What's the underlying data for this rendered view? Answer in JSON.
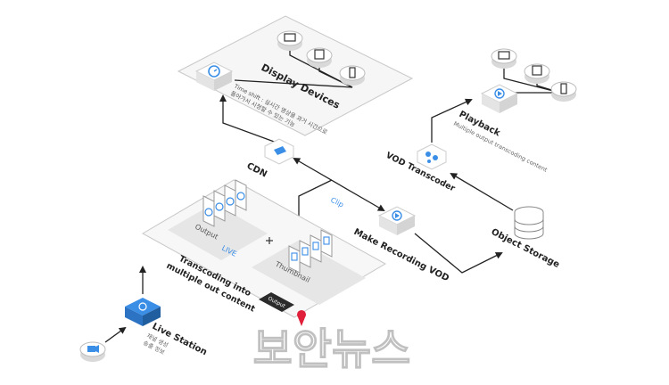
{
  "diagram": {
    "display_devices": {
      "title": "Display Devices",
      "time_shift_line1": "Time shift : 실시간 영상을 과거 시간으로",
      "time_shift_line2": "돌아가서 시청할 수 있는 기능"
    },
    "cdn": {
      "label": "CDN"
    },
    "clip": {
      "label": "Clip"
    },
    "make_recording_vod": {
      "label": "Make Recording VOD"
    },
    "object_storage": {
      "label": "Object Storage"
    },
    "vod_transcoder": {
      "label": "VOD Transcoder"
    },
    "playback": {
      "title": "Playback",
      "subtitle": "Multiple output transcoding content"
    },
    "transcoding": {
      "title_line1": "Transcoding into",
      "title_line2": "multiple out content",
      "live_label": "LIVE",
      "output_label": "Output",
      "thumbnail_label": "Thumbnail",
      "output_tag": "Output"
    },
    "live_station": {
      "title": "Live Station",
      "sub_line1": "채널 생성",
      "sub_line2": "송출 정보"
    },
    "colors": {
      "accent": "#3a8ee6",
      "line": "#222222",
      "panel": "#eeeeee",
      "dark_tag": "#2b2b2b",
      "pin": "#e0203a"
    }
  },
  "watermark": {
    "text": "보안뉴스"
  }
}
